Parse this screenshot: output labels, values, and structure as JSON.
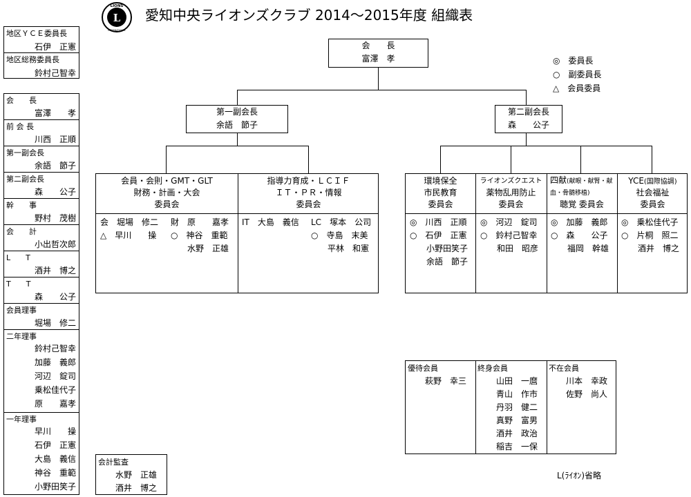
{
  "title": "愛知中央ライオンズクラブ 2014～2015年度 組織表",
  "logo": {
    "name": "Lions International emblem",
    "top_text": "LIONS",
    "bottom_text": "INTERNATIONAL",
    "letter": "L"
  },
  "legend": [
    {
      "symbol": "◎",
      "label": "委員長"
    },
    {
      "symbol": "○",
      "label": "副委員長"
    },
    {
      "symbol": "△",
      "label": "会員委員"
    }
  ],
  "president": {
    "title": "会　　長",
    "name": "富澤　孝"
  },
  "vp1": {
    "title": "第一副会長",
    "name": "余語　節子"
  },
  "vp2": {
    "title": "第二副会長",
    "name": "森　　公子"
  },
  "district": [
    {
      "role": "地区ＹＣＥ委員長",
      "name": "石伊　正憲"
    },
    {
      "role": "地区総務委員長",
      "name": "鈴村己智幸"
    }
  ],
  "officers": [
    {
      "role": "会　　長",
      "names": [
        "富澤　　孝"
      ]
    },
    {
      "role": "前 会 長",
      "names": [
        "川西　正順"
      ]
    },
    {
      "role": "第一副会長",
      "names": [
        "余語　節子"
      ]
    },
    {
      "role": "第二副会長",
      "names": [
        "森　　公子"
      ]
    },
    {
      "role": "幹　　事",
      "names": [
        "野村　茂樹"
      ]
    },
    {
      "role": "会　　計",
      "names": [
        "小出哲次郎"
      ]
    },
    {
      "role": "L　　T",
      "names": [
        "酒井　博之"
      ]
    },
    {
      "role": "T　　T",
      "names": [
        "森　　公子"
      ]
    },
    {
      "role": "会員理事",
      "names": [
        "堀場　修二"
      ]
    },
    {
      "role": "二年理事",
      "names": [
        "鈴村己智幸",
        "加藤　義郎",
        "河辺　錠司",
        "乗松佳代子",
        "原　　嘉孝"
      ]
    },
    {
      "role": "一年理事",
      "names": [
        "早川　　操",
        "石伊　正憲",
        "大島　義信",
        "神谷　重範",
        "小野田笑子"
      ]
    }
  ],
  "committees_left": [
    {
      "head": [
        "会員・会則・GMT・GLT",
        "財務・計画・大会",
        "委員会"
      ],
      "members": [
        {
          "col": 0,
          "row": 0,
          "text": "会　堀場　修二"
        },
        {
          "col": 1,
          "row": 0,
          "text": "財　原　　嘉孝"
        },
        {
          "col": 0,
          "row": 1,
          "text": "△　早川　　操"
        },
        {
          "col": 1,
          "row": 1,
          "text": "○　神谷　重範"
        },
        {
          "col": 1,
          "row": 2,
          "text": "　　水野　正雄"
        }
      ]
    },
    {
      "head": [
        "指導力育成・ＬＣＩＦ",
        "ＩＴ・ＰＲ・情報",
        "委員会"
      ],
      "members": [
        {
          "col": 0,
          "row": 0,
          "text": "IT　大島　義信"
        },
        {
          "col": 1,
          "row": 0,
          "text": "LC　塚本　公司"
        },
        {
          "col": 1,
          "row": 1,
          "text": "○　寺島　末美"
        },
        {
          "col": 1,
          "row": 2,
          "text": "　　平林　和憲"
        }
      ]
    }
  ],
  "committees_right": [
    {
      "head": [
        "環境保全",
        "市民教育",
        "委員会"
      ],
      "members": [
        "◎　川西　正順",
        "○　石伊　正憲",
        "　　小野田笑子",
        "　　余語　節子"
      ]
    },
    {
      "head": [
        "ライオンズクエスト",
        "薬物乱用防止",
        "委員会"
      ],
      "members": [
        "◎　河辺　錠司",
        "○　鈴村己智幸",
        "　　和田　昭彦"
      ]
    },
    {
      "head": [
        "四献",
        "(献眼・献腎・献血・骨髄移植)",
        "聴覚 委員会"
      ],
      "members": [
        "◎　加藤　義郎",
        "○　森　　公子",
        "　　福岡　幹雄"
      ]
    },
    {
      "head": [
        "YCE",
        "(国際協調)",
        "社会福祉",
        "委員会"
      ],
      "members": [
        "◎　乗松佳代子",
        "○　片桐　照二",
        "　　酒井　博之"
      ]
    }
  ],
  "member_groups": [
    {
      "title": "優待会員",
      "names": [
        "萩野　幸三"
      ]
    },
    {
      "title": "終身会員",
      "names": [
        "山田　一麿",
        "青山　作市",
        "丹羽　健二",
        "真野　富男",
        "酒井　政治",
        "稲吉　一保"
      ]
    },
    {
      "title": "不在会員",
      "names": [
        "川本　幸政",
        "佐野　尚人"
      ]
    }
  ],
  "auditor": {
    "title": "会計監査",
    "names": [
      "水野　正雄",
      "酒井　博之"
    ]
  },
  "note": "L(ﾗｲｵﾝ)省略"
}
